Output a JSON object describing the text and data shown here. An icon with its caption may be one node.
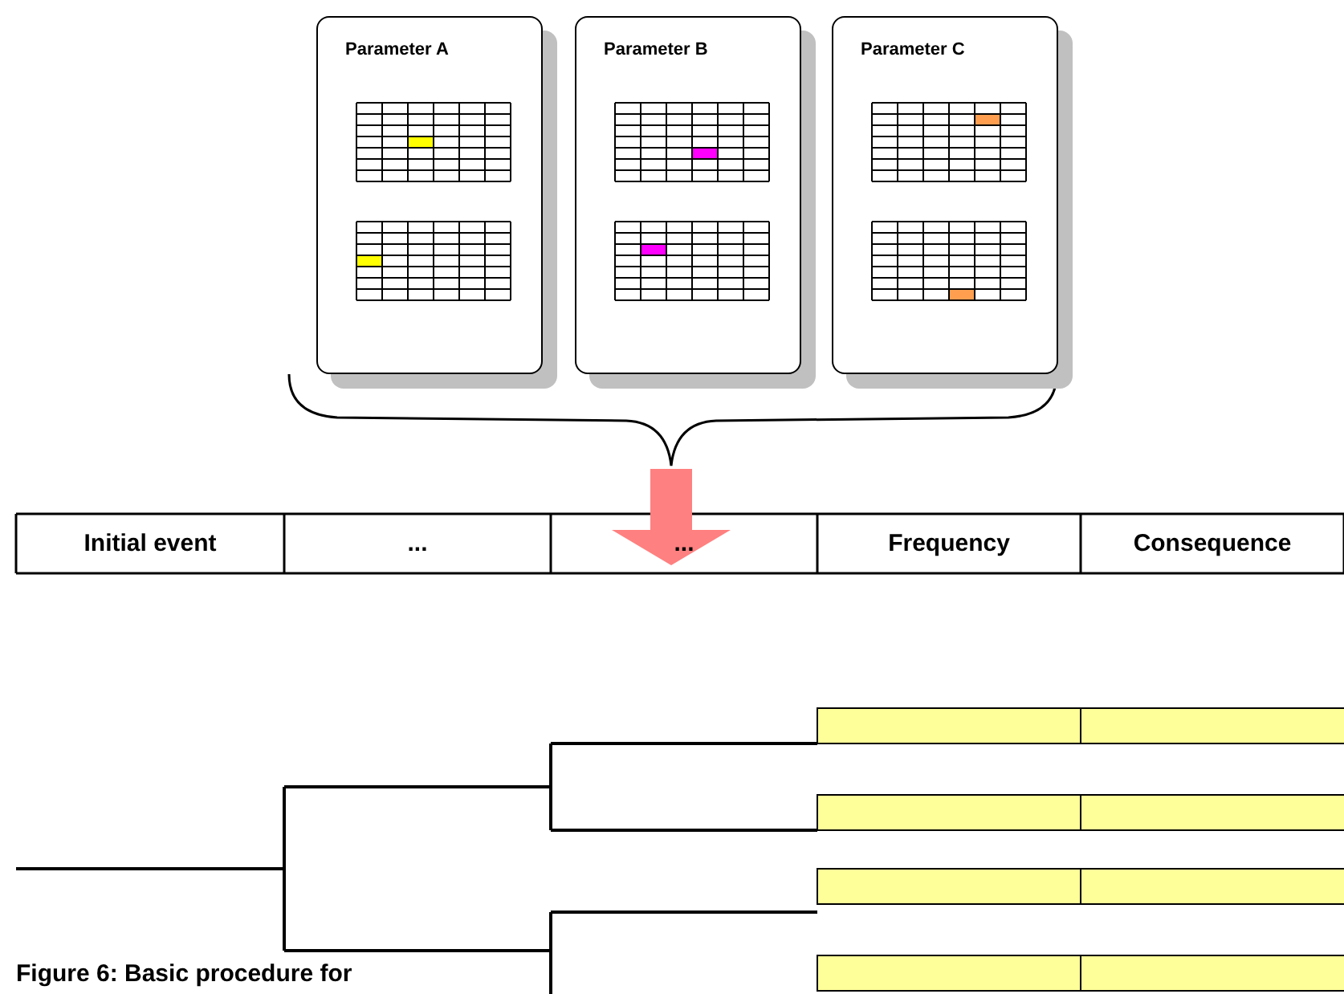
{
  "diagram": {
    "caption": "Figure 6: Basic procedure for",
    "nodes": [
      {
        "text": [
          "Parameter A"
        ]
      },
      {
        "text": [
          "Parameter B"
        ]
      },
      {
        "text": [
          "Parameter C"
        ]
      }
    ],
    "edges": [],
    "labels": [
      "Initial event",
      "...",
      "...",
      "Frequency",
      "Consequence"
    ]
  }
}
